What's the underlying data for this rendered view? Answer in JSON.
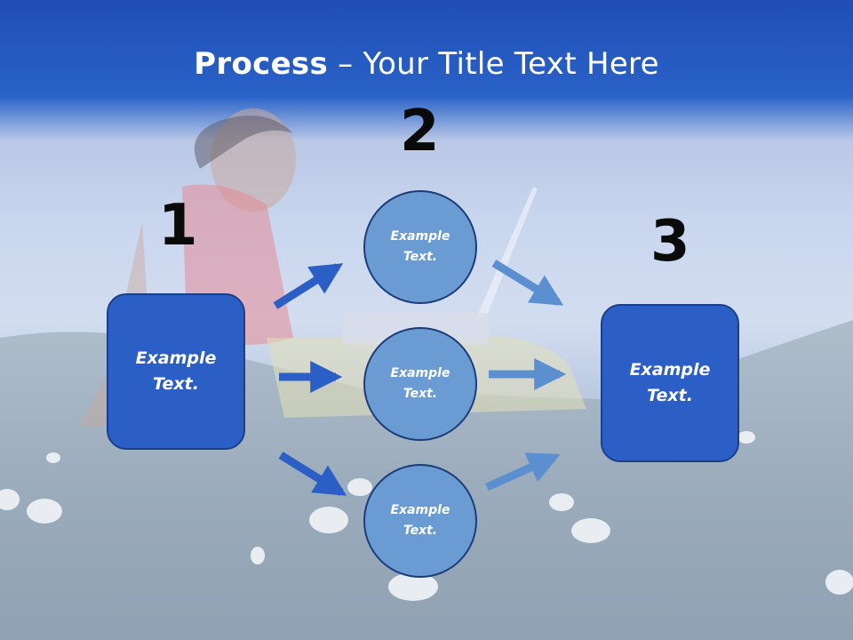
{
  "slide": {
    "title_bold": "Process",
    "title_rest": " – Your Title Text Here",
    "step1": "1",
    "step2": "2",
    "step3": "3",
    "left_box": "Example\nText.",
    "right_box": "Example\nText.",
    "circles": [
      "Example\nText.",
      "Example\nText.",
      "Example\nText."
    ]
  },
  "colors": {
    "header_blue": "#2a62c8",
    "box_blue": "#2b5fc6",
    "circle_blue": "#6a9bd3",
    "arrow_dark": "#2b5fc6",
    "arrow_light": "#5b8fd0"
  }
}
